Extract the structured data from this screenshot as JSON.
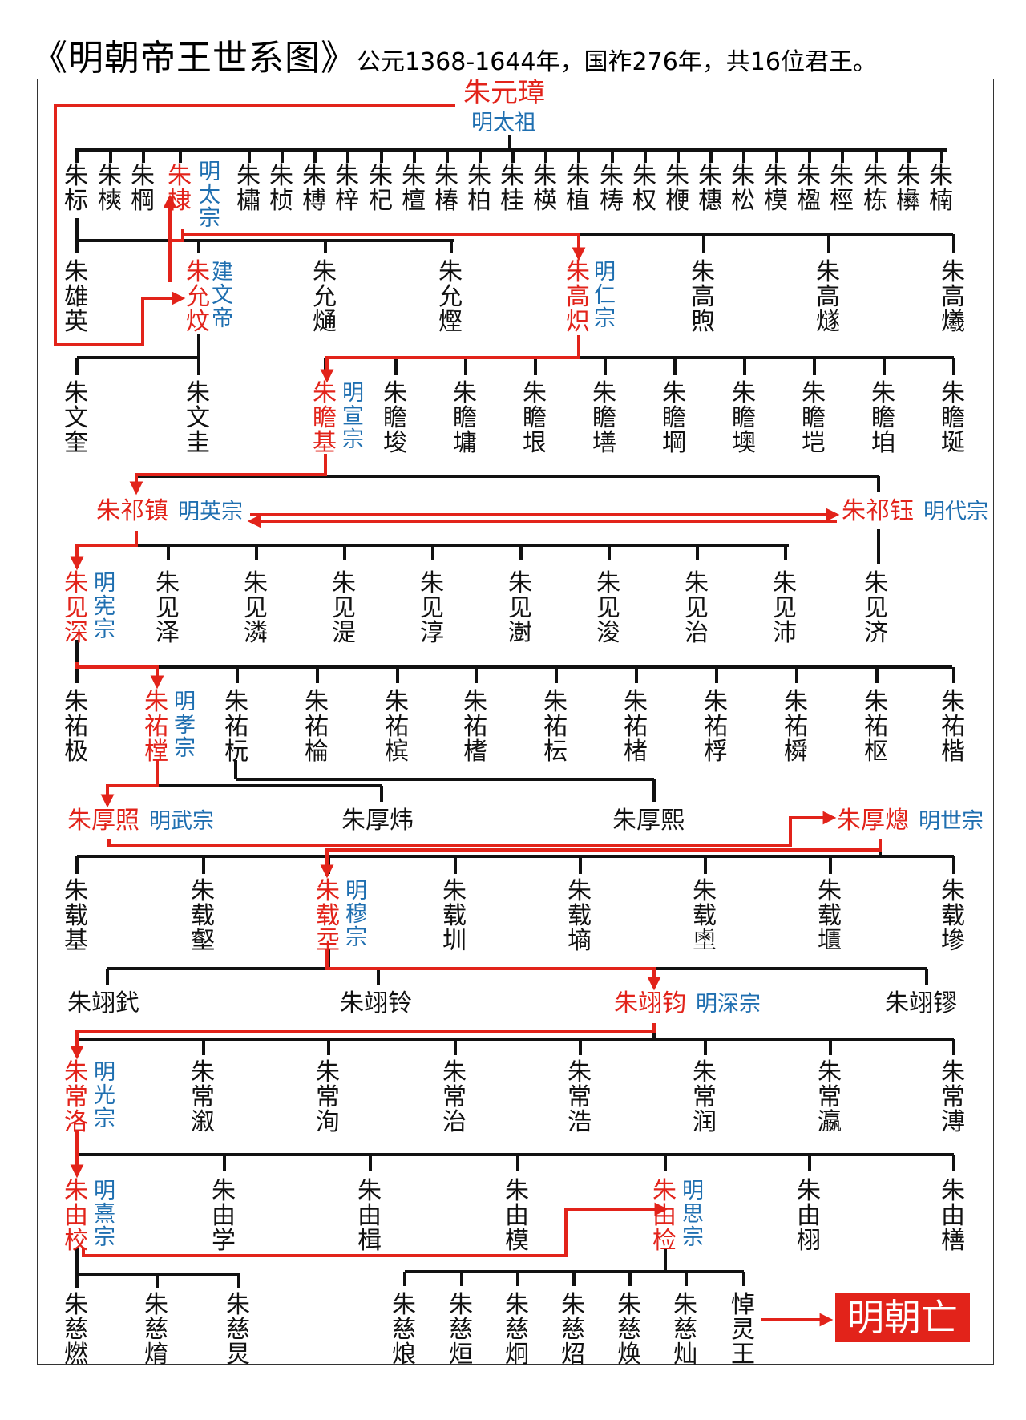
{
  "title": {
    "main": "《明朝帝王世系图》",
    "sub": "公元1368-1644年，国祚276年，共16位君王。"
  },
  "colors": {
    "emperor": "#e2231a",
    "temple_name": "#1f6fb0",
    "line": "#111111"
  },
  "diagram": {
    "root": {
      "name": "朱元璋",
      "title": "明太祖"
    },
    "g1": [
      "朱标",
      "朱樉",
      "朱棡",
      "朱棣",
      "朱橚",
      "朱桢",
      "朱榑",
      "朱梓",
      "朱杞",
      "朱檀",
      "朱椿",
      "朱柏",
      "朱桂",
      "朱楧",
      "朱植",
      "朱梼",
      "朱权",
      "朱楩",
      "朱橞",
      "朱松",
      "朱模",
      "朱楹",
      "朱桱",
      "朱栋",
      "朱㰘",
      "朱楠"
    ],
    "g1_title": "明太宗",
    "g2a": [
      "朱雄英",
      "朱允炆",
      "朱允熥",
      "朱允熞"
    ],
    "g2a_title": "建文帝",
    "g2b": [
      "朱高炽",
      "朱高煦",
      "朱高燧",
      "朱高爔"
    ],
    "g2b_title": "明仁宗",
    "g3a": [
      "朱文奎",
      "朱文圭"
    ],
    "g3b": [
      "朱瞻基",
      "朱瞻埈",
      "朱瞻墉",
      "朱瞻垠",
      "朱瞻墡",
      "朱瞻堈",
      "朱瞻墺",
      "朱瞻垲",
      "朱瞻垍",
      "朱瞻埏"
    ],
    "g3b_title": "明宣宗",
    "g4": [
      {
        "name": "朱祁镇",
        "title": "明英宗"
      },
      {
        "name": "朱祁钰",
        "title": "明代宗"
      }
    ],
    "g5": [
      "朱见深",
      "朱见泽",
      "朱见潾",
      "朱见湜",
      "朱见淳",
      "朱见澍",
      "朱见浚",
      "朱见治",
      "朱见沛",
      "朱见济"
    ],
    "g5_title": "明宪宗",
    "g6": [
      "朱祐极",
      "朱祐樘",
      "朱祐杬",
      "朱祐棆",
      "朱祐槟",
      "朱祐榰",
      "朱祐枟",
      "朱祐楮",
      "朱祐桴",
      "朱祐橓",
      "朱祐枢",
      "朱祐楷"
    ],
    "g6_title": "明孝宗",
    "g7": [
      {
        "name": "朱厚照",
        "title": "明武宗"
      },
      {
        "name": "朱厚炜",
        "title": ""
      },
      {
        "name": "朱厚熙",
        "title": ""
      },
      {
        "name": "朱厚熜",
        "title": "明世宗"
      }
    ],
    "g8": [
      "朱载基",
      "朱载壑",
      "朱载坖",
      "朱载圳",
      "朱载墒",
      "朱载𪉖",
      "朱载㙺",
      "朱载墋"
    ],
    "g8_title": "明穆宗",
    "g9": [
      {
        "name": "朱翊釴",
        "title": ""
      },
      {
        "name": "朱翊铃",
        "title": ""
      },
      {
        "name": "朱翊钧",
        "title": "明深宗"
      },
      {
        "name": "朱翊镠",
        "title": ""
      }
    ],
    "g10": [
      "朱常洛",
      "朱常溆",
      "朱常洵",
      "朱常治",
      "朱常浩",
      "朱常润",
      "朱常瀛",
      "朱常溥"
    ],
    "g10_title": "明光宗",
    "g11": [
      "朱由校",
      "朱由学",
      "朱由楫",
      "朱由模",
      "朱由检",
      "朱由栩",
      "朱由橏"
    ],
    "g11_title_a": "明熹宗",
    "g11_title_b": "明思宗",
    "g12a": [
      "朱慈燃",
      "朱慈焴",
      "朱慈炅"
    ],
    "g12b": [
      "朱慈烺",
      "朱慈烜",
      "朱慈炯",
      "朱慈炤",
      "朱慈焕",
      "朱慈灿",
      "悼灵王"
    ],
    "end_label": "明朝亡"
  }
}
